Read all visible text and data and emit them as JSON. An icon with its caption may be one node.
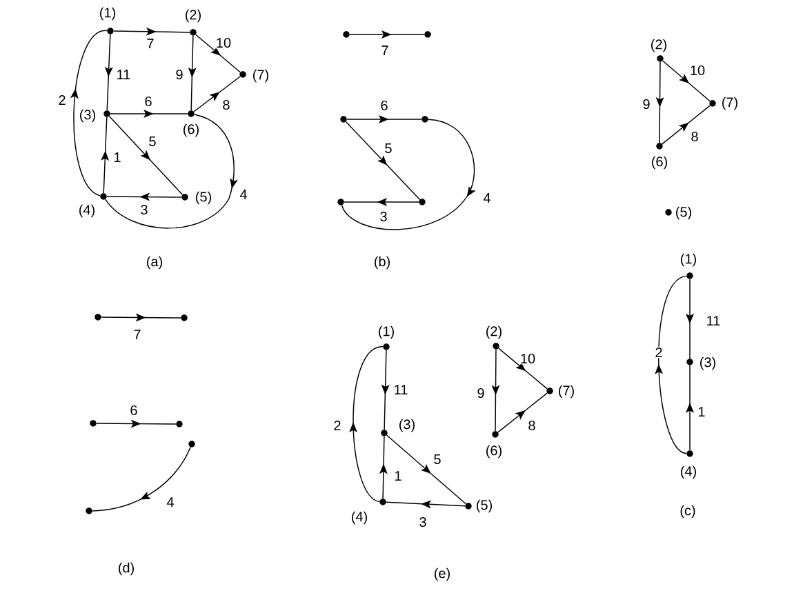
{
  "diagram": {
    "nodes": [
      {
        "text": [],
        "shape": "circle",
        "beside": [
          "(1)"
        ]
      },
      {
        "text": [],
        "shape": "circle",
        "beside": [
          "(2)"
        ]
      },
      {
        "text": [],
        "shape": "circle",
        "beside": [
          "(3)"
        ]
      },
      {
        "text": [],
        "shape": "circle",
        "beside": [
          "(6)"
        ]
      },
      {
        "text": [],
        "shape": "circle",
        "beside": [
          "(7)"
        ]
      },
      {
        "text": [],
        "shape": "circle",
        "beside": [
          "(4)"
        ]
      },
      {
        "text": [],
        "shape": "circle",
        "beside": [
          "(5)"
        ]
      },
      {
        "text": [],
        "shape": "circle"
      },
      {
        "text": [],
        "shape": "circle"
      },
      {
        "text": [],
        "shape": "circle"
      },
      {
        "text": [],
        "shape": "circle"
      },
      {
        "text": [],
        "shape": "circle"
      },
      {
        "text": [],
        "shape": "circle"
      },
      {
        "text": [],
        "shape": "circle",
        "beside": [
          "(2)"
        ]
      },
      {
        "text": [],
        "shape": "circle",
        "beside": [
          "(7)"
        ]
      },
      {
        "text": [],
        "shape": "circle",
        "beside": [
          "(6)"
        ]
      },
      {
        "text": [],
        "shape": "circle",
        "beside": [
          "(5)"
        ]
      },
      {
        "text": [],
        "shape": "circle",
        "beside": [
          "(1)"
        ]
      },
      {
        "text": [],
        "shape": "circle",
        "beside": [
          "(3)"
        ]
      },
      {
        "text": [],
        "shape": "circle",
        "beside": [
          "(4)"
        ]
      },
      {
        "text": [],
        "shape": "circle"
      },
      {
        "text": [],
        "shape": "circle"
      },
      {
        "text": [],
        "shape": "circle"
      },
      {
        "text": [],
        "shape": "circle"
      },
      {
        "text": [],
        "shape": "circle"
      },
      {
        "text": [],
        "shape": "circle"
      },
      {
        "text": [],
        "shape": "circle",
        "beside": [
          "(1)"
        ]
      },
      {
        "text": [],
        "shape": "circle",
        "beside": [
          "(2)"
        ]
      },
      {
        "text": [],
        "shape": "circle",
        "beside": [
          "(7)"
        ]
      },
      {
        "text": [],
        "shape": "circle",
        "beside": [
          "(3)"
        ]
      },
      {
        "text": [],
        "shape": "circle",
        "beside": [
          "(6)"
        ]
      },
      {
        "text": [],
        "shape": "circle",
        "beside": [
          "(4)"
        ]
      },
      {
        "text": [],
        "shape": "circle",
        "beside": [
          "(5)"
        ]
      }
    ],
    "edges": [
      {
        "from": 5,
        "to": 2,
        "arrow": "to",
        "label": "1"
      },
      {
        "from": 5,
        "to": 0,
        "arrow": "to",
        "label": "2"
      },
      {
        "from": 6,
        "to": 5,
        "arrow": "to",
        "label": "3"
      },
      {
        "from": 3,
        "to": 5,
        "arrow": "to",
        "label": "4"
      },
      {
        "from": 2,
        "to": 6,
        "arrow": "to",
        "label": "5"
      },
      {
        "from": 2,
        "to": 3,
        "arrow": "to",
        "label": "6"
      },
      {
        "from": 0,
        "to": 1,
        "arrow": "to",
        "label": "7"
      },
      {
        "from": 3,
        "to": 4,
        "arrow": "to",
        "label": "8"
      },
      {
        "from": 1,
        "to": 3,
        "arrow": "to",
        "label": "9"
      },
      {
        "from": 1,
        "to": 4,
        "arrow": "to",
        "label": "10"
      },
      {
        "from": 0,
        "to": 2,
        "arrow": "to",
        "label": "11"
      },
      {
        "from": 7,
        "to": 8,
        "arrow": "to",
        "label": "7"
      },
      {
        "from": 9,
        "to": 10,
        "arrow": "to",
        "label": "6"
      },
      {
        "from": 9,
        "to": 12,
        "arrow": "to",
        "label": "5"
      },
      {
        "from": 10,
        "to": 11,
        "arrow": "to",
        "label": "4"
      },
      {
        "from": 12,
        "to": 11,
        "arrow": "to",
        "label": "3"
      },
      {
        "from": 13,
        "to": 14,
        "arrow": "to",
        "label": "10"
      },
      {
        "from": 13,
        "to": 15,
        "arrow": "to",
        "label": "9"
      },
      {
        "from": 15,
        "to": 14,
        "arrow": "to",
        "label": "8"
      },
      {
        "from": 17,
        "to": 18,
        "arrow": "to",
        "label": "11"
      },
      {
        "from": 19,
        "to": 18,
        "arrow": "to",
        "label": "1"
      },
      {
        "from": 19,
        "to": 17,
        "arrow": "to",
        "label": "2"
      },
      {
        "from": 20,
        "to": 21,
        "arrow": "to",
        "label": "7"
      },
      {
        "from": 22,
        "to": 23,
        "arrow": "to",
        "label": "6"
      },
      {
        "from": 24,
        "to": 25,
        "arrow": "to",
        "label": "4"
      },
      {
        "from": 26,
        "to": 29,
        "arrow": "to",
        "label": "11"
      },
      {
        "from": 31,
        "to": 29,
        "arrow": "to",
        "label": "1"
      },
      {
        "from": 31,
        "to": 26,
        "arrow": "to",
        "label": "2"
      },
      {
        "from": 29,
        "to": 32,
        "arrow": "to",
        "label": "5"
      },
      {
        "from": 32,
        "to": 31,
        "arrow": "to",
        "label": "3"
      },
      {
        "from": 27,
        "to": 28,
        "arrow": "to",
        "label": "10"
      },
      {
        "from": 27,
        "to": 30,
        "arrow": "to",
        "label": "9"
      },
      {
        "from": 30,
        "to": 28,
        "arrow": "to",
        "label": "8"
      }
    ],
    "labels": [
      "(a)",
      "(b)",
      "(c)",
      "(d)",
      "(e)"
    ]
  }
}
